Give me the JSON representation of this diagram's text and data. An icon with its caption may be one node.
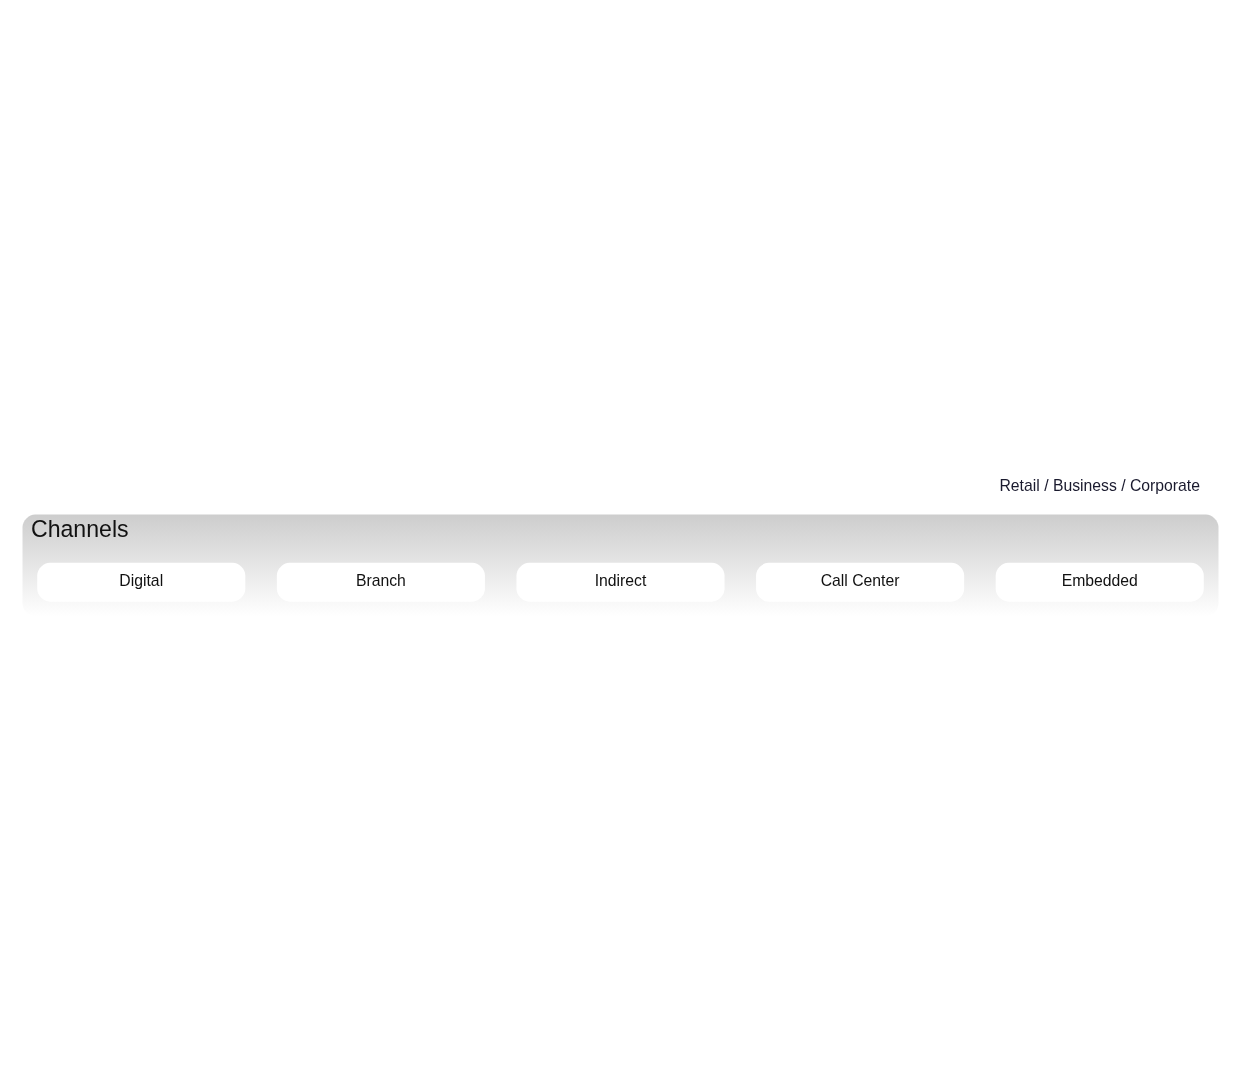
{
  "diagram": {
    "nodes": [
      {
        "text": [
          "Channels"
        ]
      },
      {
        "text": [
          "Digital"
        ],
        "in": 0
      },
      {
        "text": [
          "Branch"
        ],
        "in": 0
      },
      {
        "text": [
          "Indirect"
        ],
        "in": 0
      },
      {
        "text": [
          "Call Center"
        ],
        "in": 0
      },
      {
        "text": [
          "Embedded"
        ],
        "in": 0
      }
    ],
    "labels": [
      "Retail / Business / Corporate"
    ]
  }
}
